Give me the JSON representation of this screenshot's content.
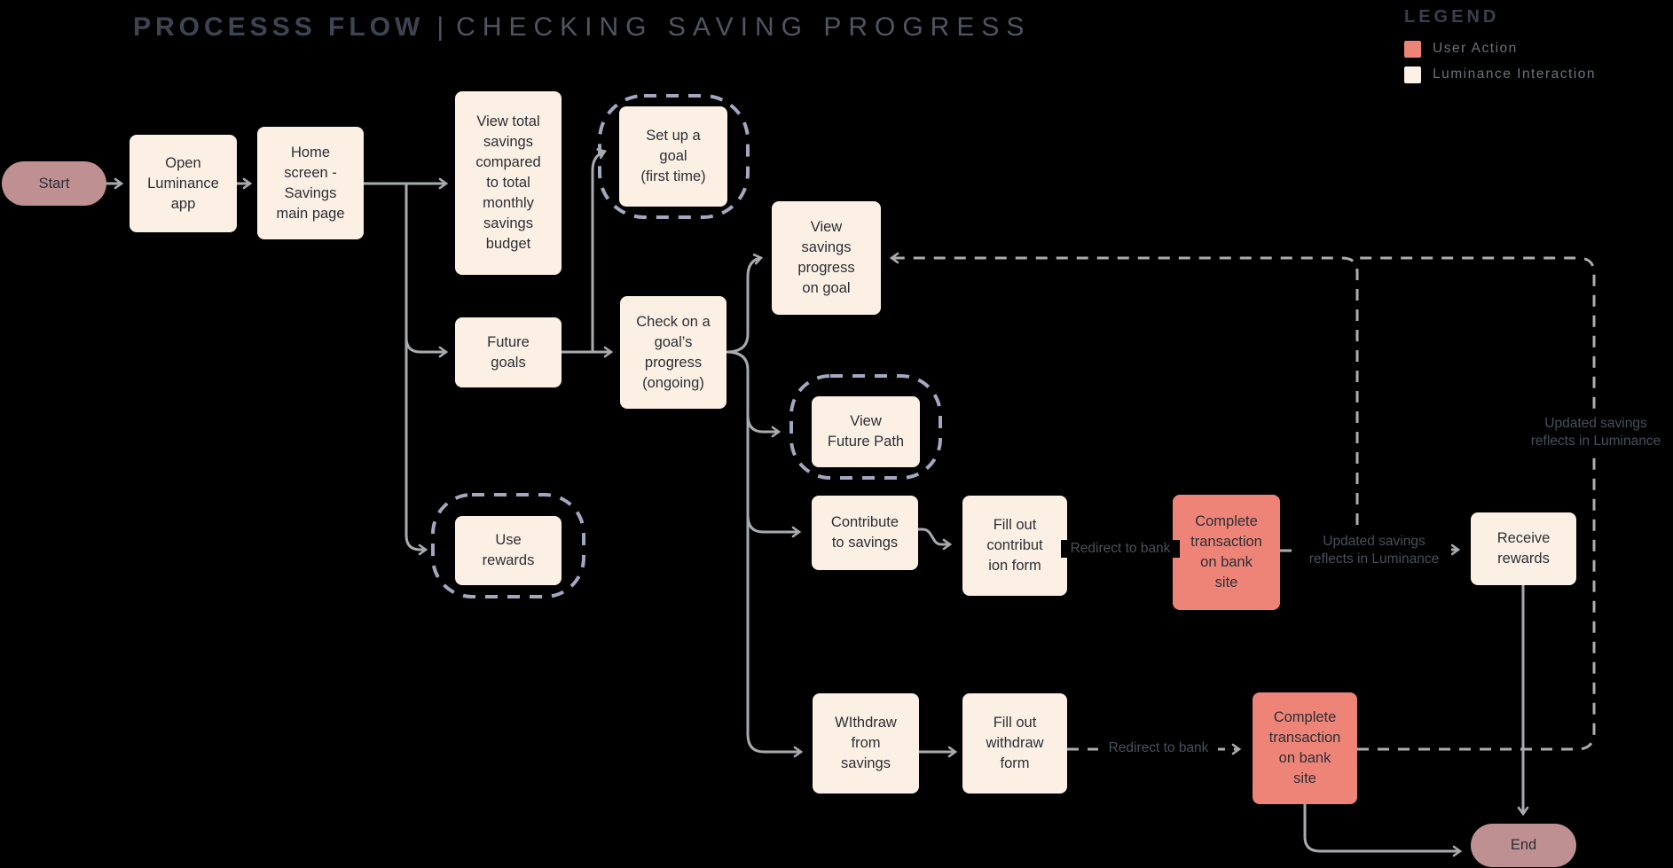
{
  "title": {
    "primary": "PROCESSS FLOW",
    "separator": "|",
    "secondary": "CHECKING SAVING PROGRESS"
  },
  "legend": {
    "title": "LEGEND",
    "items": [
      {
        "label": "User Action",
        "color": "#ee8478"
      },
      {
        "label": "Luminance Interaction",
        "color": "#fdf0e5"
      }
    ]
  },
  "nodes": {
    "start": {
      "label": "Start",
      "type": "terminal"
    },
    "open_app": {
      "label": "Open\nLuminance\napp",
      "type": "luminance"
    },
    "home": {
      "label": "Home\nscreen -\nSavings\nmain page",
      "type": "luminance"
    },
    "view_total": {
      "label": "View total\nsavings\ncompared\nto total\nmonthly\nsavings\nbudget",
      "type": "luminance"
    },
    "future_goals": {
      "label": "Future\ngoals",
      "type": "luminance"
    },
    "use_rewards": {
      "label": "Use\nrewards",
      "type": "luminance",
      "dashed_outline": true
    },
    "setup_goal": {
      "label": "Set up a\ngoal\n(first time)",
      "type": "luminance",
      "dashed_outline": true
    },
    "check_goal": {
      "label": "Check on a\ngoal’s\nprogress\n(ongoing)",
      "type": "luminance"
    },
    "view_progress": {
      "label": "View\nsavings\nprogress\non goal",
      "type": "luminance"
    },
    "view_future_path": {
      "label": "View\nFuture Path",
      "type": "luminance",
      "dashed_outline": true
    },
    "contribute": {
      "label": "Contribute\nto savings",
      "type": "luminance"
    },
    "fill_contrib": {
      "label": "Fill out\ncontribut\nion form",
      "type": "luminance"
    },
    "complete_bank_1": {
      "label": "Complete\ntransaction\non bank\nsite",
      "type": "user_action"
    },
    "receive_rewards": {
      "label": "Receive\nrewards",
      "type": "luminance"
    },
    "withdraw": {
      "label": "WIthdraw\nfrom\nsavings",
      "type": "luminance"
    },
    "fill_withdraw": {
      "label": "Fill out\nwithdraw\nform",
      "type": "luminance"
    },
    "complete_bank_2": {
      "label": "Complete\ntransaction\non bank\nsite",
      "type": "user_action"
    },
    "end": {
      "label": "End",
      "type": "terminal"
    }
  },
  "edge_labels": {
    "redirect_contribute": "Redirect to bank",
    "redirect_withdraw": "Redirect to bank",
    "updated_contribute": "Updated savings\nreflects in Luminance",
    "updated_withdraw": "Updated savings\nreflects in Luminance"
  },
  "colors": {
    "background": "#000000",
    "user_action": "#ee8478",
    "luminance_interaction": "#fdf0e5",
    "terminal": "#bf9091",
    "arrow": "#a8abae",
    "dashed_outline": "#a3a7c0",
    "title_primary": "#3d4552",
    "title_secondary": "#4e5662",
    "edge_label_text": "#48505c"
  }
}
